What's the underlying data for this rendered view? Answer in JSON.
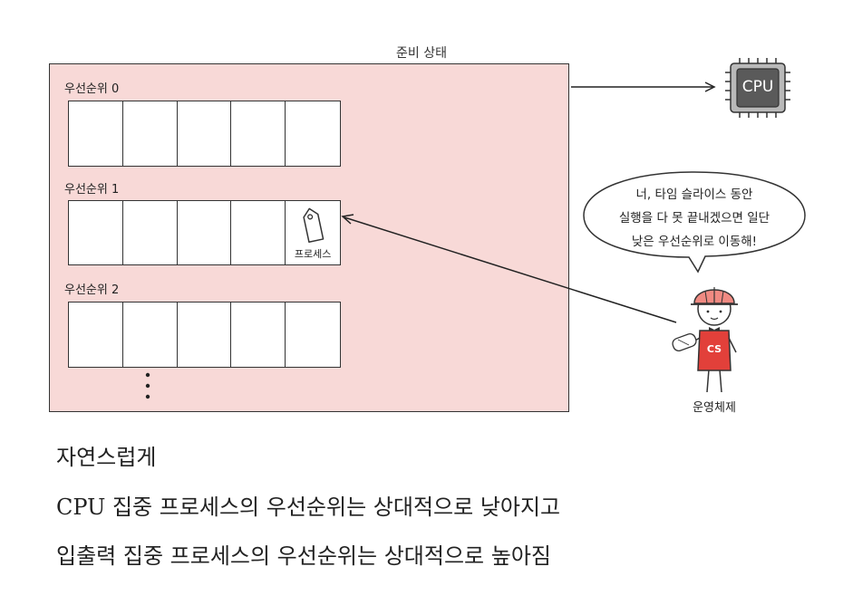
{
  "diagram": {
    "area_title": "준비 상태",
    "levels": [
      {
        "label": "우선순위 0",
        "cells": 5,
        "process_cell": null
      },
      {
        "label": "우선순위 1",
        "cells": 5,
        "process_cell": 4
      },
      {
        "label": "우선순위 2",
        "cells": 5,
        "process_cell": null
      }
    ],
    "process_label": "프로세스",
    "cpu_label": "CPU",
    "speech": {
      "line1": "너, 타임 슬라이스 동안",
      "line2": "실행을 다 못 끝내겠으면 일단",
      "line3": "낮은 우선순위로 이동해!"
    },
    "os_label": "운영체제",
    "character_badge": "CS",
    "colors": {
      "area_fill": "#f8d9d7",
      "cpu_body": "#5a5a5a",
      "vest": "#e2403a",
      "helmet": "#f08a82"
    }
  },
  "captions": [
    "자연스럽게",
    "CPU 집중 프로세스의 우선순위는 상대적으로 낮아지고",
    "입출력 집중 프로세스의 우선순위는 상대적으로 높아짐"
  ]
}
